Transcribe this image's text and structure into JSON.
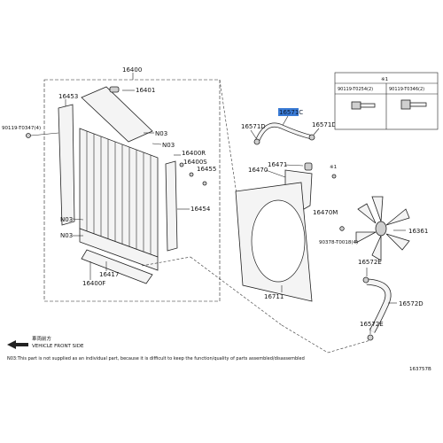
{
  "parts": {
    "p16400": "16400",
    "p16401": "16401",
    "p16453": "16453",
    "n03_a": "N03",
    "n03_b": "N03",
    "n03_c": "N03",
    "n03_d": "N03",
    "p16400r": "16400R",
    "p16400s": "16400S",
    "p16455": "16455",
    "p16454": "16454",
    "p16417": "16417",
    "p16400f": "16400F",
    "p90119_t0347": "90119-T0347(4)",
    "p16571c": "16571C",
    "p16571d_l": "16571D",
    "p16571d_r": "16571D",
    "p16470": "16470",
    "p16471": "16471",
    "p16470m": "16470M",
    "p16711": "16711",
    "p16361": "16361",
    "p90378": "90378-T0018(4)",
    "p16572e_top": "16572E",
    "p16572d": "16572D",
    "p16572e_bot": "16572E",
    "note_mark_a": "※1",
    "note_mark_b": "※1"
  },
  "fastener_table": {
    "mark": "※1",
    "col1": "90119-T0254(2)",
    "col2": "90119-T0346(2)"
  },
  "footer": {
    "vehicle_front_cjk": "車両前方",
    "vehicle_front": "VEHICLE FRONT SIDE",
    "note": "N03:This part is not supplied as an individual part, because it is difficult to keep the function/quality of parts assembled/disassembled",
    "diagram_id": "163757B"
  },
  "colors": {
    "highlight": "#3a7bd5"
  }
}
